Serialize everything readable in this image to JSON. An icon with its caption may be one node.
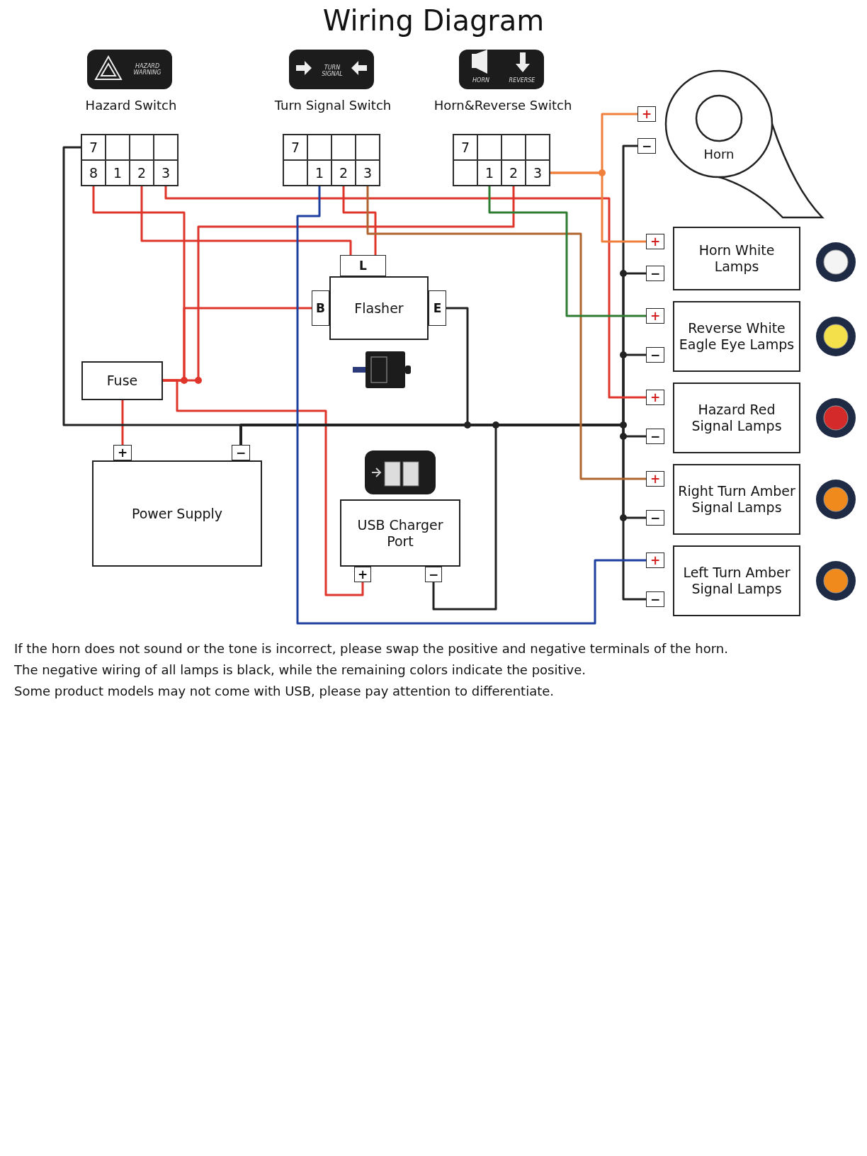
{
  "diagram": {
    "title": "Wiring Diagram",
    "nodes": [
      {
        "text": [
          "Hazard Switch"
        ]
      },
      {
        "text": [
          "7"
        ],
        "in": 0
      },
      {
        "text": [
          "8"
        ],
        "in": 0
      },
      {
        "text": [
          "1"
        ],
        "in": 0
      },
      {
        "text": [
          "2"
        ],
        "in": 0
      },
      {
        "text": [
          "3"
        ],
        "in": 0
      },
      {
        "text": [
          "Turn Signal Switch"
        ]
      },
      {
        "text": [
          "7"
        ],
        "in": 6
      },
      {
        "text": [
          "1"
        ],
        "in": 6
      },
      {
        "text": [
          "2"
        ],
        "in": 6
      },
      {
        "text": [
          "3"
        ],
        "in": 6
      },
      {
        "text": [
          "Horn&Reverse Switch"
        ]
      },
      {
        "text": [
          "7"
        ],
        "in": 11
      },
      {
        "text": [
          "1"
        ],
        "in": 11
      },
      {
        "text": [
          "2"
        ],
        "in": 11
      },
      {
        "text": [
          "3"
        ],
        "in": 11
      },
      {
        "text": [
          "Fuse"
        ]
      },
      {
        "text": [
          "Power Supply"
        ]
      },
      {
        "text": [
          "+"
        ]
      },
      {
        "text": [
          "−"
        ]
      },
      {
        "text": [
          "Flasher"
        ]
      },
      {
        "text": [
          "B"
        ]
      },
      {
        "text": [
          "L"
        ]
      },
      {
        "text": [
          "E"
        ]
      },
      {
        "text": [
          "USB Charger Port"
        ]
      },
      {
        "text": [
          "+"
        ]
      },
      {
        "text": [
          "−"
        ]
      },
      {
        "text": [
          "Horn"
        ]
      },
      {
        "text": [
          "+"
        ]
      },
      {
        "text": [
          "−"
        ]
      },
      {
        "text": [
          "Horn White Lamps"
        ]
      },
      {
        "text": [
          "+"
        ]
      },
      {
        "text": [
          "−"
        ]
      },
      {
        "text": [
          "Reverse White Eagle Eye Lamps"
        ]
      },
      {
        "text": [
          "+"
        ]
      },
      {
        "text": [
          "−"
        ]
      },
      {
        "text": [
          "Hazard Red Signal Lamps"
        ]
      },
      {
        "text": [
          "+"
        ]
      },
      {
        "text": [
          "−"
        ]
      },
      {
        "text": [
          "Right Turn Amber Signal Lamps"
        ]
      },
      {
        "text": [
          "+"
        ]
      },
      {
        "text": [
          "−"
        ]
      },
      {
        "text": [
          "Left Turn Amber Signal Lamps"
        ]
      },
      {
        "text": [
          "+"
        ]
      },
      {
        "text": [
          "−"
        ]
      },
      {
        "text": [],
        "shape": "box",
        "in": 0
      },
      {
        "text": [],
        "shape": "box",
        "in": 0
      },
      {
        "text": [],
        "shape": "box",
        "in": 0
      },
      {
        "text": [],
        "shape": "box",
        "in": 6
      },
      {
        "text": [],
        "shape": "box",
        "in": 6
      },
      {
        "text": [],
        "shape": "box",
        "in": 6
      },
      {
        "text": [],
        "shape": "box",
        "in": 6
      },
      {
        "text": [],
        "shape": "box",
        "in": 11
      },
      {
        "text": [],
        "shape": "box",
        "in": 11
      },
      {
        "text": [],
        "shape": "box",
        "in": 11
      },
      {
        "text": [],
        "shape": "box",
        "in": 11
      }
    ],
    "edges": [
      {
        "from": 18,
        "to": 16,
        "arrow": "none",
        "color": "#e0352b"
      },
      {
        "from": 16,
        "to": 2,
        "arrow": "none",
        "color": "#e0352b"
      },
      {
        "from": 16,
        "to": 21,
        "arrow": "none",
        "color": "#e0352b"
      },
      {
        "from": 16,
        "to": 14,
        "arrow": "none",
        "color": "#e0352b"
      },
      {
        "from": 16,
        "to": 25,
        "arrow": "none",
        "color": "#e0352b"
      },
      {
        "from": 19,
        "to": 1,
        "arrow": "none"
      },
      {
        "from": 19,
        "to": 23,
        "arrow": "none"
      },
      {
        "from": 19,
        "to": 26,
        "arrow": "none"
      },
      {
        "from": 19,
        "to": 29,
        "arrow": "none"
      },
      {
        "from": 19,
        "to": 32,
        "arrow": "none"
      },
      {
        "from": 19,
        "to": 35,
        "arrow": "none"
      },
      {
        "from": 19,
        "to": 38,
        "arrow": "none"
      },
      {
        "from": 19,
        "to": 41,
        "arrow": "none"
      },
      {
        "from": 19,
        "to": 44,
        "arrow": "none"
      },
      {
        "from": 4,
        "to": 22,
        "arrow": "none",
        "color": "#e0352b"
      },
      {
        "from": 9,
        "to": 22,
        "arrow": "none",
        "color": "#e0352b"
      },
      {
        "from": 5,
        "to": 37,
        "arrow": "none",
        "color": "#e0352b"
      },
      {
        "from": 8,
        "to": 43,
        "arrow": "none",
        "color": "#1d3f9e"
      },
      {
        "from": 10,
        "to": 40,
        "arrow": "none",
        "color": "#b0652e"
      },
      {
        "from": 13,
        "to": 34,
        "arrow": "none",
        "color": "#2e7d32"
      },
      {
        "from": 15,
        "to": 28,
        "arrow": "none",
        "color": "#f07f3c"
      },
      {
        "from": 15,
        "to": 31,
        "arrow": "none",
        "color": "#f07f3c"
      }
    ],
    "labels": [
      "HAZARD WARNING",
      "TURN SIGNAL",
      "HORN",
      "REVERSE",
      "If the horn does not sound or the tone is incorrect, please swap the positive and negative terminals of the horn.",
      "The negative wiring of all lamps is black, while the remaining colors indicate the positive.",
      "Some product models may not come with USB, please pay attention to differentiate."
    ]
  }
}
